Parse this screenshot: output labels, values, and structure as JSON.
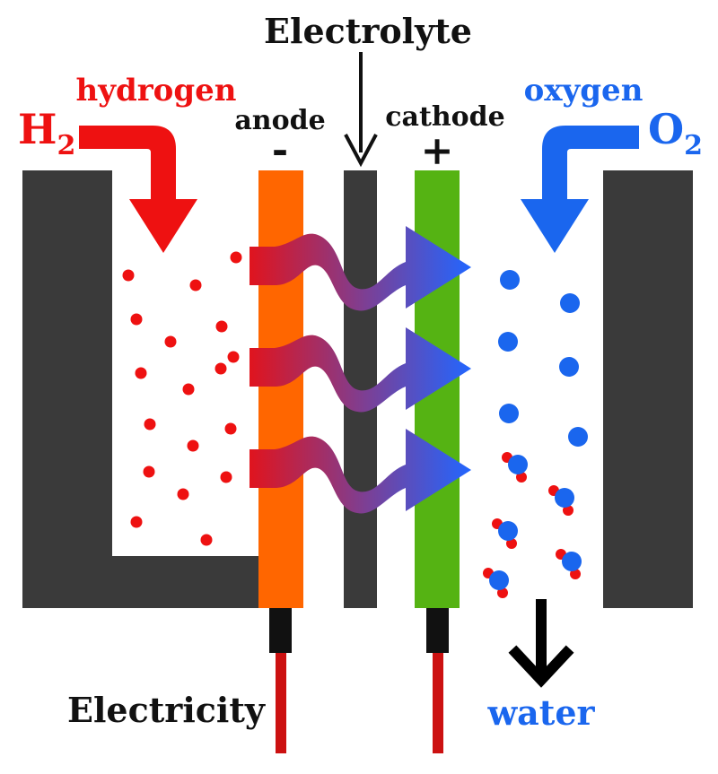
{
  "labels": {
    "electrolyte": "Electrolyte",
    "hydrogen": "hydrogen",
    "h2_base": "H",
    "h2_sub": "2",
    "anode": "anode",
    "anode_sign": "-",
    "cathode": "cathode",
    "cathode_sign": "+",
    "oxygen": "oxygen",
    "o2_base": "O",
    "o2_sub": "2",
    "electricity": "Electricity",
    "water": "water"
  },
  "colors": {
    "hydrogen": "#ee1111",
    "oxygen": "#1a66ee",
    "housing": "#3a3a3a",
    "anode": "#ff6600",
    "cathode": "#55b313",
    "electrolyte": "#3a3a3a",
    "terminal": "#111111",
    "wire": "#cc1111",
    "flow_start": "#e0141e",
    "flow_end": "#2266ff",
    "water_arrow": "#000000"
  },
  "icons": {
    "hydrogen_inlet": "curved-arrow-down-icon",
    "oxygen_inlet": "curved-arrow-down-icon",
    "electrolyte_pointer": "arrow-down-icon",
    "water_outlet": "arrow-down-icon",
    "proton_flow": "wavy-arrow-right-icon"
  }
}
